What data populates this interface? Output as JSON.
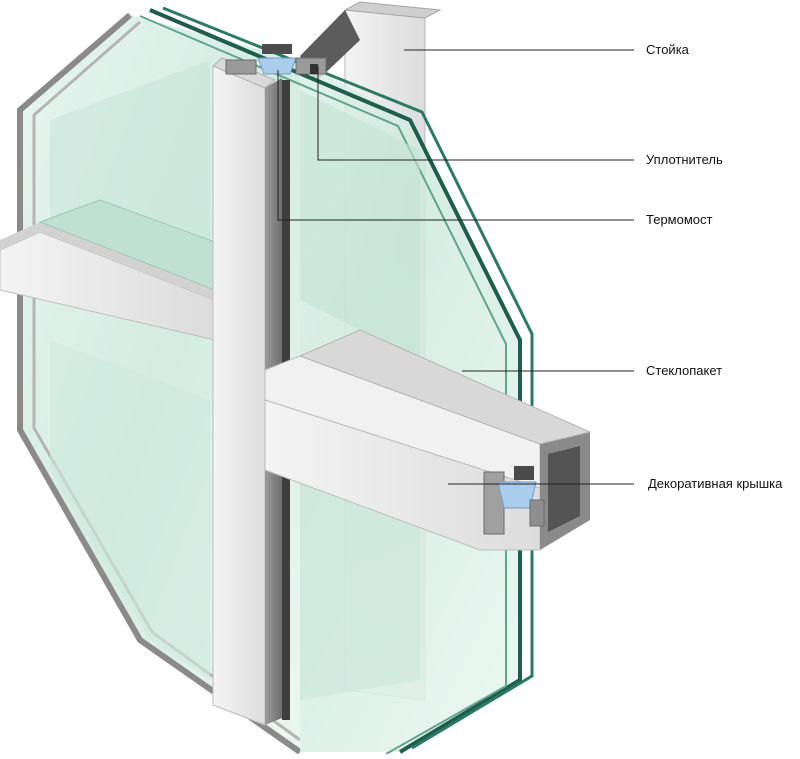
{
  "colors": {
    "glass_edge": "#1f5d4c",
    "glass_fill": "#d8efe6",
    "aluminium": "#ececec",
    "thermal_break": "#a9cdea",
    "leader_line": "#222222"
  },
  "callouts": [
    {
      "id": "mullion",
      "label": "Стойка"
    },
    {
      "id": "seal",
      "label": "Уплотнитель"
    },
    {
      "id": "thermal-break",
      "label": "Термомост"
    },
    {
      "id": "glazing-unit",
      "label": "Стеклопакет"
    },
    {
      "id": "pressure-cap",
      "label": "Декоративная крышка"
    }
  ]
}
